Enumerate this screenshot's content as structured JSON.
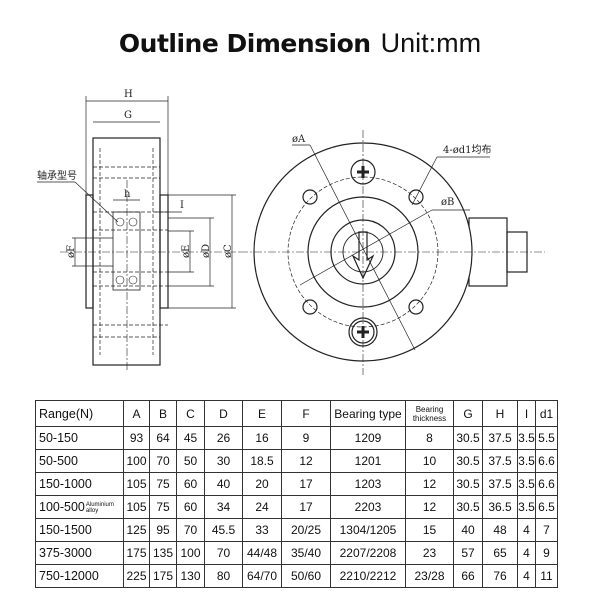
{
  "title": {
    "main": "Outline Dimension",
    "unit": "Unit:mm"
  },
  "drawing": {
    "side_labels": {
      "H": "H",
      "G": "G",
      "h": "h",
      "I": "I",
      "bearing_model": "轴承型号",
      "F": "øF",
      "E": "øE",
      "D": "øD",
      "C": "øC"
    },
    "front_labels": {
      "A": "øA",
      "holes": "4-ød1均布",
      "B": "øB"
    }
  },
  "table": {
    "headers": [
      "Range(N)",
      "A",
      "B",
      "C",
      "D",
      "E",
      "F",
      "Bearing type",
      "Bearing thickness",
      "G",
      "H",
      "I",
      "d1"
    ],
    "rows": [
      {
        "range": "50-150",
        "note": "",
        "cells": [
          "93",
          "64",
          "45",
          "26",
          "16",
          "9",
          "1209",
          "8",
          "30.5",
          "37.5",
          "3.5",
          "5.5"
        ]
      },
      {
        "range": "50-500",
        "note": "",
        "cells": [
          "100",
          "70",
          "50",
          "30",
          "18.5",
          "12",
          "1201",
          "10",
          "30.5",
          "37.5",
          "3.5",
          "6.6"
        ]
      },
      {
        "range": "150-1000",
        "note": "",
        "cells": [
          "105",
          "75",
          "60",
          "40",
          "20",
          "17",
          "1203",
          "12",
          "30.5",
          "37.5",
          "3.5",
          "6.6"
        ]
      },
      {
        "range": "100-500",
        "note": "Aluminium alloy",
        "cells": [
          "105",
          "75",
          "60",
          "34",
          "24",
          "17",
          "2203",
          "12",
          "30.5",
          "36.5",
          "3.5",
          "6.5"
        ]
      },
      {
        "range": "150-1500",
        "note": "",
        "cells": [
          "125",
          "95",
          "70",
          "45.5",
          "33",
          "20/25",
          "1304/1205",
          "15",
          "40",
          "48",
          "4",
          "7"
        ]
      },
      {
        "range": "375-3000",
        "note": "",
        "cells": [
          "175",
          "135",
          "100",
          "70",
          "44/48",
          "35/40",
          "2207/2208",
          "23",
          "57",
          "65",
          "4",
          "9"
        ]
      },
      {
        "range": "750-12000",
        "note": "",
        "cells": [
          "225",
          "175",
          "130",
          "80",
          "64/70",
          "50/60",
          "2210/2212",
          "23/28",
          "66",
          "76",
          "4",
          "11"
        ]
      }
    ]
  }
}
